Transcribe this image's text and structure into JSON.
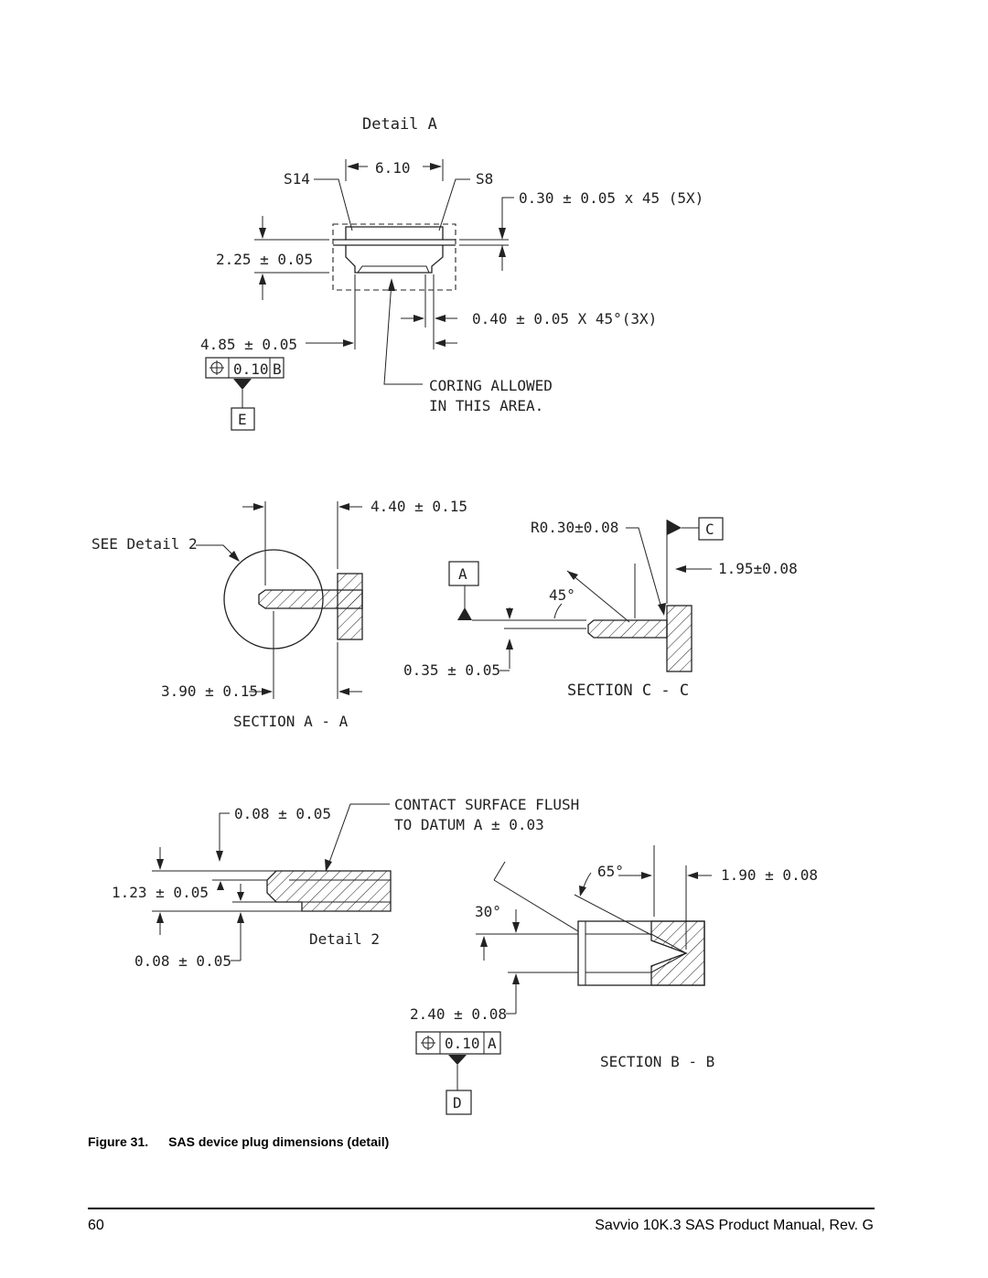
{
  "detail_a": {
    "title": "Detail A",
    "s14": "S14",
    "s8": "S8",
    "dim_width": "6.10",
    "dim_chamfer_5x": "0.30 ± 0.05 x 45 (5X)",
    "dim_height": "2.25 ± 0.05",
    "dim_chamfer_3x": "0.40 ± 0.05 X 45°(3X)",
    "dim_offset": "4.85 ± 0.05",
    "fcf_tol": "0.10",
    "fcf_datum": "B",
    "datum": "E",
    "coring_line1": "CORING ALLOWED",
    "coring_line2": "IN THIS AREA."
  },
  "section_aa": {
    "see_detail": "SEE Detail 2",
    "dim_top": "4.40 ± 0.15",
    "dim_bottom": "3.90 ± 0.15",
    "label": "SECTION A - A"
  },
  "section_cc": {
    "radius": "R0.30±0.08",
    "datum_c": "C",
    "datum_a": "A",
    "dim_right": "1.95±0.08",
    "angle": "45°",
    "dim_thickness": "0.35 ± 0.05",
    "label": "SECTION C - C"
  },
  "detail_2": {
    "dim_top": "0.08 ± 0.05",
    "note_line1": "CONTACT SURFACE FLUSH",
    "note_line2": "TO DATUM A ± 0.03",
    "dim_height": "1.23 ± 0.05",
    "dim_bottom": "0.08 ± 0.05",
    "label": "Detail 2"
  },
  "section_bb": {
    "angle_65": "65°",
    "angle_30": "30°",
    "dim_right": "1.90 ± 0.08",
    "dim_opening": "2.40 ± 0.08",
    "fcf_tol": "0.10",
    "fcf_datum": "A",
    "datum": "D",
    "label": "SECTION B - B"
  },
  "caption": {
    "figure": "Figure 31.",
    "text": "SAS device plug dimensions (detail)"
  },
  "footer": {
    "page_number": "60",
    "manual_title": "Savvio 10K.3 SAS Product Manual, Rev. G"
  }
}
